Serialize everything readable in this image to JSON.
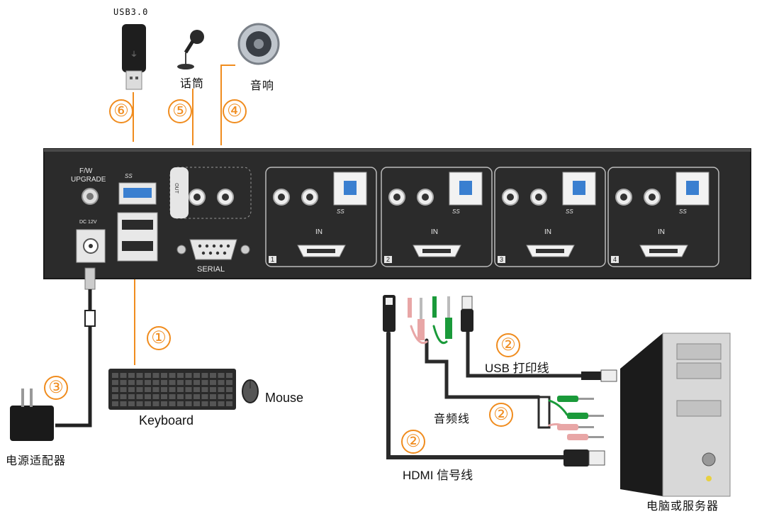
{
  "devices": {
    "usb_drive": "USB3.0",
    "microphone": "话筒",
    "speaker": "音响",
    "keyboard": "Keyboard",
    "mouse": "Mouse",
    "power_adapter": "电源适配器",
    "computer": "电脑或服务器"
  },
  "cables": {
    "usb_printer": "USB 打印线",
    "audio": "音频线",
    "hdmi": "HDMI 信号线"
  },
  "markers": [
    "①",
    "②",
    "③",
    "④",
    "⑤",
    "⑥"
  ],
  "panel": {
    "fw_upgrade_line1": "F/W",
    "fw_upgrade_line2": "UPGRADE",
    "dc_label": "DC 12V",
    "serial": "SERIAL",
    "out_label": "OUT",
    "ss_logo": "SS",
    "ports": [
      {
        "in_label": "IN",
        "number": "1"
      },
      {
        "in_label": "IN",
        "number": "2"
      },
      {
        "in_label": "IN",
        "number": "3"
      },
      {
        "in_label": "IN",
        "number": "4"
      }
    ]
  },
  "colors": {
    "marker": "#f08c1e",
    "panel": "#2b2b2b",
    "usb_blue": "#3a7fd0",
    "audio_green": "#1a9a3a",
    "audio_pink": "#e8a6a6"
  }
}
